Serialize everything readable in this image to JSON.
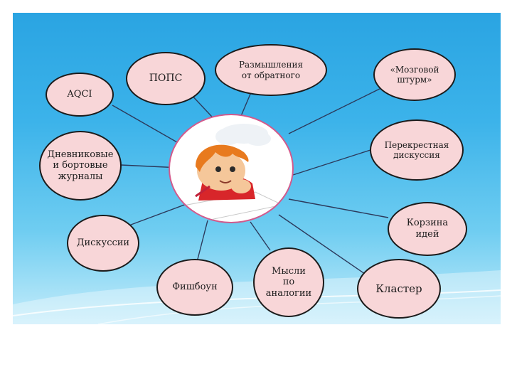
{
  "colors": {
    "node_fill": "#f8d6d8",
    "node_border": "#1b1b1b",
    "center_border": "#d25a8c",
    "connector": "#2c3a5c",
    "background_top": "#2aa4e2"
  },
  "center": {
    "icon": "boy-thinking-icon"
  },
  "nodes": [
    {
      "id": "pops",
      "label": "ПОПС"
    },
    {
      "id": "reverse",
      "label": "Размышления\nот обратного"
    },
    {
      "id": "brainstorm",
      "label": "«Мозговой\nштурм»"
    },
    {
      "id": "aqci",
      "label": "AQCI"
    },
    {
      "id": "cross",
      "label": "Перекрестная\nдискуссия"
    },
    {
      "id": "diary",
      "label": "Дневниковые\nи бортовые\nжурналы"
    },
    {
      "id": "basket",
      "label": "Корзина\nидей"
    },
    {
      "id": "discussion",
      "label": "Дискуссии"
    },
    {
      "id": "fishbone",
      "label": "Фишбоун"
    },
    {
      "id": "analogy",
      "label": "Мысли\nпо\nаналогии"
    },
    {
      "id": "cluster",
      "label": "Кластер"
    }
  ]
}
